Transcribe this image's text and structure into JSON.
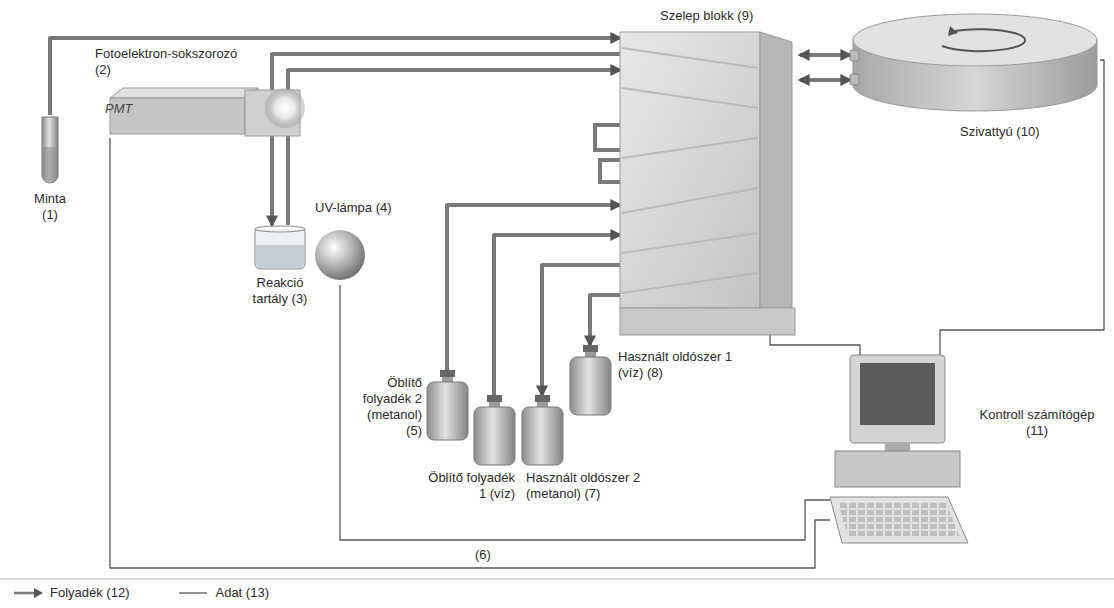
{
  "diagram": {
    "nodes": [
      {
        "text": [
          "Fotoelektron-sokszorozó (2)",
          "PMT"
        ]
      },
      {
        "text": [
          "Minta (1)"
        ]
      },
      {
        "text": [
          "Reakció tartály (3)"
        ]
      },
      {
        "text": [
          "UV-lámpa (4)"
        ]
      },
      {
        "text": [
          "Szelep blokk (9)"
        ]
      },
      {
        "text": [
          "Szivattyú (10)"
        ]
      },
      {
        "text": [
          "Öblítő folyadék 2 (metanol) (5)"
        ]
      },
      {
        "text": [
          "Öblítő folyadék 1 (víz)",
          "(6)"
        ]
      },
      {
        "text": [
          "Használt oldószer 2 (metanol) (7)"
        ]
      },
      {
        "text": [
          "Használt oldószer 1 (víz) (8)"
        ]
      },
      {
        "text": [
          "Kontroll számítógép (11)"
        ]
      }
    ],
    "edges": [
      {
        "from": 1,
        "to": 4,
        "arrow": "to"
      },
      {
        "from": 4,
        "to": 2,
        "arrow": "to"
      },
      {
        "from": 2,
        "to": 4,
        "arrow": "to"
      },
      {
        "from": 4,
        "to": 5,
        "arrow": "both"
      },
      {
        "from": 4,
        "to": 5,
        "arrow": "both"
      },
      {
        "from": 6,
        "to": 4,
        "arrow": "to"
      },
      {
        "from": 7,
        "to": 4,
        "arrow": "to"
      },
      {
        "from": 4,
        "to": 8,
        "arrow": "to"
      },
      {
        "from": 4,
        "to": 9,
        "arrow": "to"
      },
      {
        "from": 0,
        "to": 10,
        "arrow": "none"
      },
      {
        "from": 3,
        "to": 10,
        "arrow": "none"
      },
      {
        "from": 4,
        "to": 10,
        "arrow": "none"
      },
      {
        "from": 5,
        "to": 10,
        "arrow": "none"
      }
    ],
    "legend": [
      {
        "text": "Folyadék (12)"
      },
      {
        "text": "Adat (13)"
      }
    ]
  }
}
